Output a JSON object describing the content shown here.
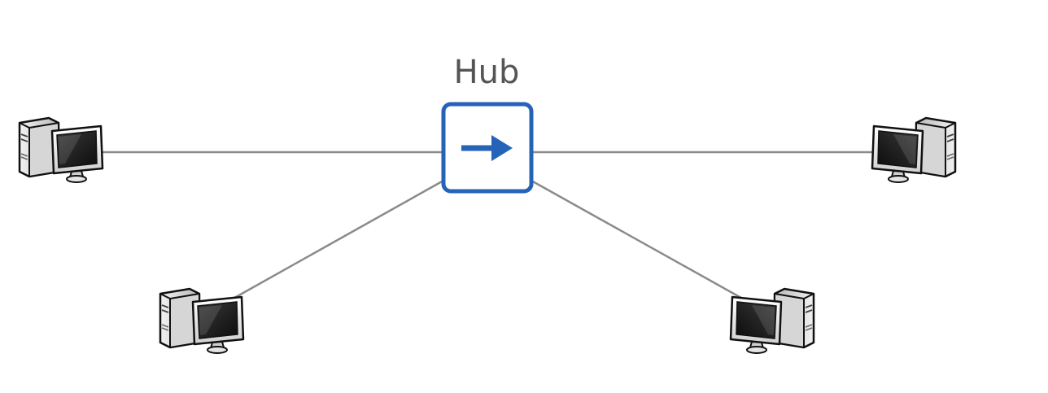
{
  "hub": {
    "label": "Hub",
    "icon": "arrow-right-icon",
    "border_color": "#2563b8",
    "arrow_color": "#2563b8"
  },
  "workstations": [
    {
      "icon": "desktop-computer-icon",
      "facing": "right"
    },
    {
      "icon": "desktop-computer-icon",
      "facing": "right"
    },
    {
      "icon": "desktop-computer-icon",
      "facing": "left"
    },
    {
      "icon": "desktop-computer-icon",
      "facing": "left"
    }
  ],
  "link_color": "#8a8a8a",
  "topology": "star"
}
